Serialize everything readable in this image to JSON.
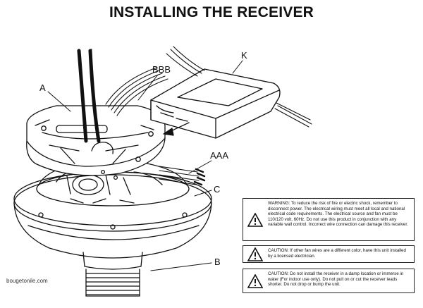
{
  "title": "INSTALLING THE RECEIVER",
  "labels": {
    "a": "A",
    "b": "B",
    "c": "C",
    "k": "K",
    "bbb": "BBB",
    "aaa": "AAA"
  },
  "notices": {
    "warning": "WARNING: To reduce the risk of fire or electric shock, remember to disconnect power. The electrical wiring must meet all local and national electrical code requirements. The electrical source and fan must be 110/120 volt, 60Hz. Do not use this product in conjunction with any variable wall control. Incorrect wire connection can damage this receiver.",
    "caution_wires": "CAUTION: If other fan wires are a different color, have this unit installed by a licensed electrician.",
    "caution_damp": "CAUTION: Do not install the receiver in a damp location or immerse in water (For indoor use only). Do not pull on or cut the receiver leads shorter. Do not drop or bump the unit."
  },
  "credit": "bougetonile.com"
}
